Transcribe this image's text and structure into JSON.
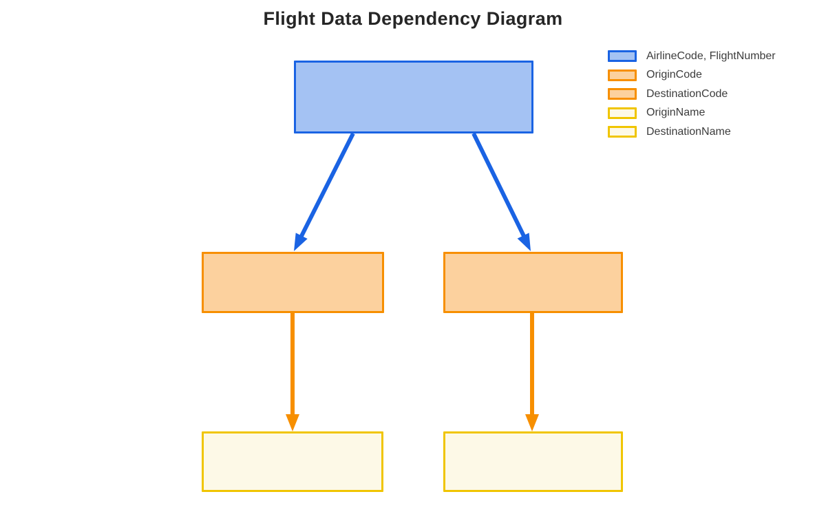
{
  "title": "Flight Data Dependency Diagram",
  "colors": {
    "blue_border": "#1a63e3",
    "blue_fill": "#a4c2f3",
    "orange_border": "#f78f00",
    "orange_fill": "#fcd19e",
    "yellow_border": "#f0c500",
    "yellow_fill": "#fdf9e7",
    "title_text": "#262626",
    "legend_text": "#3c3c3c"
  },
  "legend": {
    "items": [
      {
        "label": "AirlineCode, FlightNumber",
        "color_key": "blue"
      },
      {
        "label": "OriginCode",
        "color_key": "orange"
      },
      {
        "label": "DestinationCode",
        "color_key": "orange"
      },
      {
        "label": "OriginName",
        "color_key": "yellow"
      },
      {
        "label": "DestinationName",
        "color_key": "yellow"
      }
    ]
  },
  "diagram": {
    "nodes": [
      {
        "id": "root",
        "label": "",
        "legend_ref": "AirlineCode, FlightNumber",
        "color_key": "blue",
        "level": 1
      },
      {
        "id": "origin-code",
        "label": "",
        "legend_ref": "OriginCode",
        "color_key": "orange",
        "level": 2
      },
      {
        "id": "destination-code",
        "label": "",
        "legend_ref": "DestinationCode",
        "color_key": "orange",
        "level": 2
      },
      {
        "id": "origin-name",
        "label": "",
        "legend_ref": "OriginName",
        "color_key": "yellow",
        "level": 3
      },
      {
        "id": "destination-name",
        "label": "",
        "legend_ref": "DestinationName",
        "color_key": "yellow",
        "level": 3
      }
    ],
    "edges": [
      {
        "from": "root",
        "to": "origin-code",
        "color_key": "blue"
      },
      {
        "from": "root",
        "to": "destination-code",
        "color_key": "blue"
      },
      {
        "from": "origin-code",
        "to": "origin-name",
        "color_key": "orange"
      },
      {
        "from": "destination-code",
        "to": "destination-name",
        "color_key": "orange"
      }
    ]
  }
}
